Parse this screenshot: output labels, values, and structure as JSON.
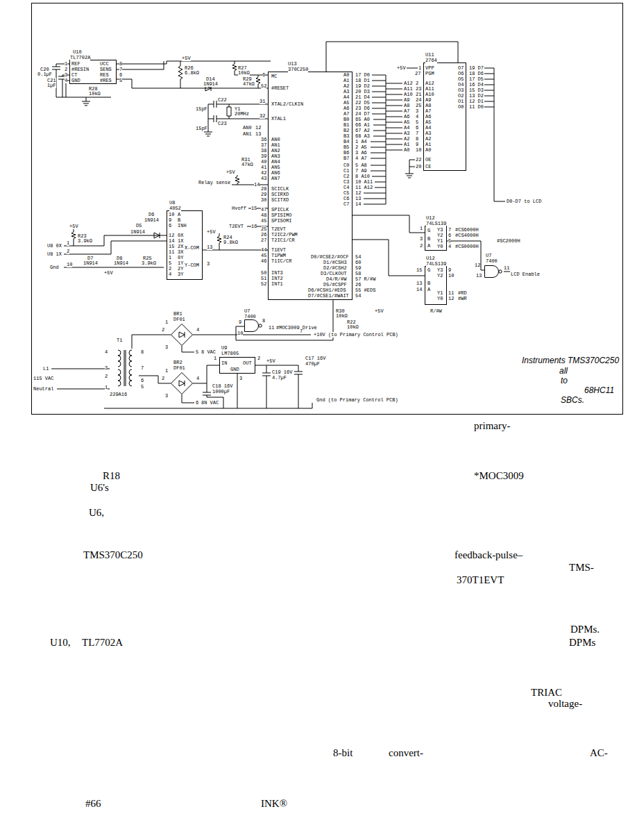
{
  "diagram": {
    "nodes": [
      {
        "text": [
          "U10",
          "TL7702A"
        ]
      },
      {
        "text": [
          "U13",
          "370C250"
        ]
      },
      {
        "text": [
          "U11",
          "2764"
        ]
      },
      {
        "text": [
          "U12",
          "74LS139"
        ]
      },
      {
        "text": [
          "U12",
          "74LS139"
        ]
      },
      {
        "text": [
          "U7",
          "7400"
        ]
      },
      {
        "text": [
          "U8",
          "4052"
        ]
      },
      {
        "text": [
          "U7",
          "7400"
        ]
      },
      {
        "text": [
          "BR1",
          "DF01"
        ]
      },
      {
        "text": [
          "BR2",
          "DF01"
        ]
      },
      {
        "text": [
          "T1",
          "229A16"
        ]
      },
      {
        "text": [
          "U9",
          "LM7805"
        ]
      }
    ],
    "edges": [
      {
        "from": 0,
        "to": 1,
        "arrow": "none"
      },
      {
        "from": 1,
        "to": 2,
        "arrow": "none"
      },
      {
        "from": 1,
        "to": 3,
        "arrow": "none"
      },
      {
        "from": 1,
        "to": 4,
        "arrow": "none"
      },
      {
        "from": 3,
        "to": 5,
        "arrow": "none"
      },
      {
        "from": 1,
        "to": 7,
        "arrow": "none"
      },
      {
        "from": 6,
        "to": 1,
        "arrow": "none"
      },
      {
        "from": 10,
        "to": 8,
        "arrow": "none"
      },
      {
        "from": 10,
        "to": 9,
        "arrow": "none"
      },
      {
        "from": 9,
        "to": 11,
        "arrow": "none"
      }
    ],
    "labels": [
      "+5V",
      "R26",
      "6.8kΩ",
      "R27",
      "10kΩ",
      "D14",
      "1N914",
      "R29",
      "47kΩ",
      "1",
      "REF",
      "2",
      "#RESIN",
      "3",
      "CT",
      "4",
      "GND",
      "8",
      "UCC",
      "7",
      "SENS",
      "6",
      "RES",
      "5",
      "#RES",
      "C20",
      "0.1µF",
      "C21",
      "1µF",
      "R28",
      "10kΩ",
      "C22",
      "15pF",
      "Y1",
      "20MHz",
      "C23",
      "15pF",
      "6",
      "MC",
      "52",
      "#RESET",
      "31",
      "XTAL2/CLKIN",
      "32",
      "XTAL1",
      "AN0",
      "12",
      "AN1",
      "13",
      "36",
      "AN0",
      "37",
      "AN1",
      "38",
      "AN2",
      "39",
      "AN3",
      "40",
      "AN4",
      "41",
      "AN5",
      "42",
      "AN6",
      "43",
      "AN7",
      "R31",
      "47kΩ",
      "+5V",
      "Relay sense",
      "14",
      "28",
      "SCICLK",
      "29",
      "SCIRXD",
      "30",
      "SCITXD",
      "Hvoff",
      "15",
      "47",
      "SPICLK",
      "48",
      "SPISIMO",
      "45",
      "SPISOMI",
      "T2EVT",
      "16",
      "25",
      "T2EVT",
      "26",
      "T2IC2/PWM",
      "27",
      "T2IC1/CR",
      "R24",
      "9.8kΩ",
      "+5V",
      "44",
      "T1EVT",
      "45",
      "T1PWM",
      "46",
      "T1IC/CR",
      "50",
      "INT3",
      "51",
      "INT2",
      "52",
      "INT1",
      "A0",
      "17 D0",
      "A1",
      "18 D1",
      "A2",
      "19 D2",
      "A3",
      "20 D3",
      "A4",
      "21 D4",
      "A5",
      "22 D5",
      "A6",
      "23 D6",
      "A7",
      "24 D7",
      "B0",
      "65 A0",
      "B1",
      "66 A1",
      "B2",
      "67 A2",
      "B3",
      "68 A3",
      "B4",
      "1 A4",
      "B5",
      "2 A5",
      "B6",
      "3 A6",
      "B7",
      "4 A7",
      "C0",
      "5 A8",
      "C1",
      "7 A9",
      "C2",
      "8 A10",
      "C3",
      "10 A11",
      "C4",
      "11 A12",
      "C5",
      "12",
      "C6",
      "13",
      "C7",
      "14",
      "D0/#CSE2/#OCF",
      "54",
      "D1/#CSH3",
      "60",
      "D2/#CSH2",
      "59",
      "D3/CLKOUT",
      "58",
      "D4/R/#W",
      "57 R/#W",
      "D5/#CSPF",
      "26",
      "D6/#CSH1/#EDS",
      "55 #EDS",
      "D7/#CSE1/#WAIT",
      "54",
      "+5V",
      "1",
      "VPP",
      "27",
      "PGM",
      "A12",
      "2",
      "A12",
      "A11",
      "23",
      "A11",
      "A10",
      "21",
      "A10",
      "A9",
      "24",
      "A9",
      "A8",
      "25",
      "A8",
      "A7",
      "3",
      "A7",
      "A6",
      "4",
      "A6",
      "A5",
      "5",
      "A5",
      "A4",
      "6",
      "A4",
      "A3",
      "7",
      "A3",
      "A2",
      "8",
      "A2",
      "A1",
      "9",
      "A1",
      "A0",
      "10",
      "A0",
      "22",
      "OE",
      "20",
      "CE",
      "O7",
      "19 D7",
      "O6",
      "18 D6",
      "O5",
      "17 D5",
      "O4",
      "16 D4",
      "O3",
      "15 D3",
      "O2",
      "13 D2",
      "O1",
      "12 D1",
      "O0",
      "11 D0",
      "D0-D7 to LCD",
      "1",
      "G",
      "3",
      "B",
      "2",
      "A",
      "Y3",
      "7",
      "#CS6000H",
      "Y2",
      "6",
      "#CS4000H",
      "Y1",
      "5",
      "#SC2000H",
      "Y0",
      "4",
      "#CS0000H",
      "15",
      "G",
      "13",
      "B",
      "14",
      "A",
      "Y3",
      "9",
      "Y2",
      "10",
      "Y1",
      "11",
      "Y0",
      "12",
      "#RD",
      "#WR",
      "R/#W",
      "12",
      "13",
      "11",
      "LCD Enable",
      "R30",
      "10kΩ",
      "+5V",
      "R22",
      "10kΩ",
      "9",
      "10",
      "8",
      "11",
      "#MOC3009 Drive",
      "10",
      "A",
      "9",
      "B",
      "6",
      "INH",
      "12",
      "0X",
      "14",
      "1X",
      "15",
      "2X",
      "11",
      "3X",
      "1",
      "0Y",
      "5",
      "1Y",
      "2",
      "2Y",
      "4",
      "3Y",
      "X-COM",
      "13",
      "Y-COM",
      "3",
      "D6",
      "1N914",
      "+5V",
      "R23",
      "3.9kΩ",
      "D5",
      "1N914",
      "U8 0X",
      "1",
      "U8 1X",
      "2",
      "D7",
      "1N914",
      "D8",
      "1N914",
      "R25",
      "3.9kΩ",
      "+5V",
      "Gnd",
      "10",
      "1",
      "2",
      "3",
      "4",
      "7",
      "+10V (to Primary Control PCB)",
      "1",
      "2",
      "3",
      "4",
      "5",
      "8 VAC",
      "6",
      "8N VAC",
      "4",
      "3",
      "2",
      "1",
      "8",
      "7",
      "6",
      "5",
      "L1",
      "115 VAC",
      "Neutral",
      "1",
      "IN",
      "GND",
      "OUT",
      "2",
      "3",
      "+5V",
      "C17 16V",
      "470µF",
      "C19 16V",
      "4.7µF",
      "C18 16V",
      "1000µF",
      "Gnd (to Primary Control PCB)",
      "Instruments TMS370C250",
      "all",
      "to",
      "68HC11",
      "SBCs.",
      "primary-",
      "R18",
      "*MOC3009",
      "U6's",
      "U6,",
      "TMS370C250",
      "feedback-pulse–",
      "TMS-",
      "370T1EVT",
      "DPMs.",
      "U10,",
      "TL7702A",
      "DPMs",
      "TRIAC",
      "voltage-",
      "8-bit",
      "convert-",
      "AC-",
      "#66",
      "INK®"
    ]
  }
}
